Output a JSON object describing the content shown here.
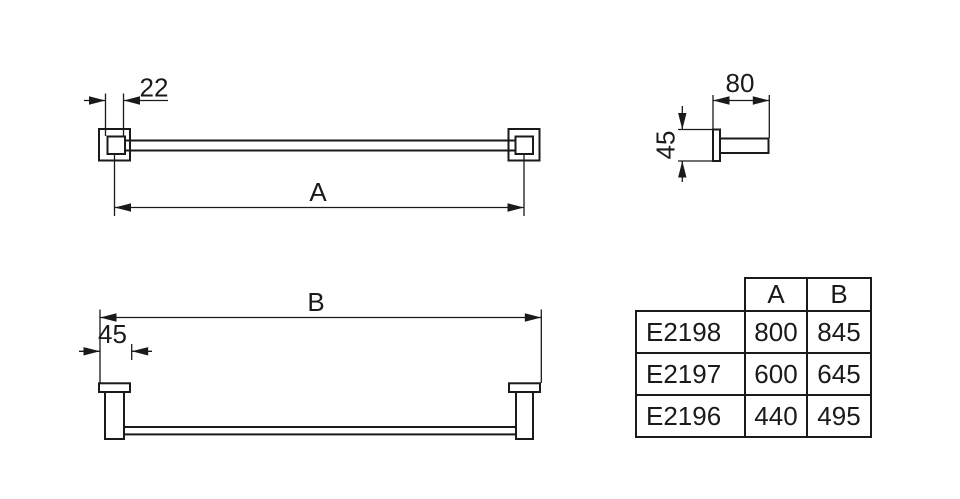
{
  "colors": {
    "line": "#1a1a1a",
    "background": "#ffffff"
  },
  "drawing": {
    "front_view": {
      "bracket_width_dim": "22",
      "length_dim": "A"
    },
    "side_view": {
      "projection_dim": "80",
      "plate_height_dim": "45"
    },
    "top_view": {
      "overall_length_dim": "B",
      "bracket_width_dim": "45"
    }
  },
  "table": {
    "col_headers": [
      "A",
      "B"
    ],
    "rows": [
      {
        "model": "E2198",
        "a": "800",
        "b": "845"
      },
      {
        "model": "E2197",
        "a": "600",
        "b": "645"
      },
      {
        "model": "E2196",
        "a": "440",
        "b": "495"
      }
    ]
  }
}
